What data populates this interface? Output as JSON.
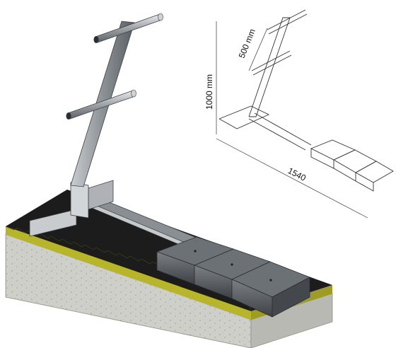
{
  "drawing": {
    "dim_height": "1000 mm",
    "dim_spacing": "500 mm",
    "dim_length": "1540"
  },
  "colors": {
    "membrane": "#1c1c1c",
    "insulation_top": "#b7b62a",
    "concrete": "#c9c9c4",
    "steel": "#a9adb1",
    "counterweight": "#5b5f63",
    "line": "#333333"
  }
}
